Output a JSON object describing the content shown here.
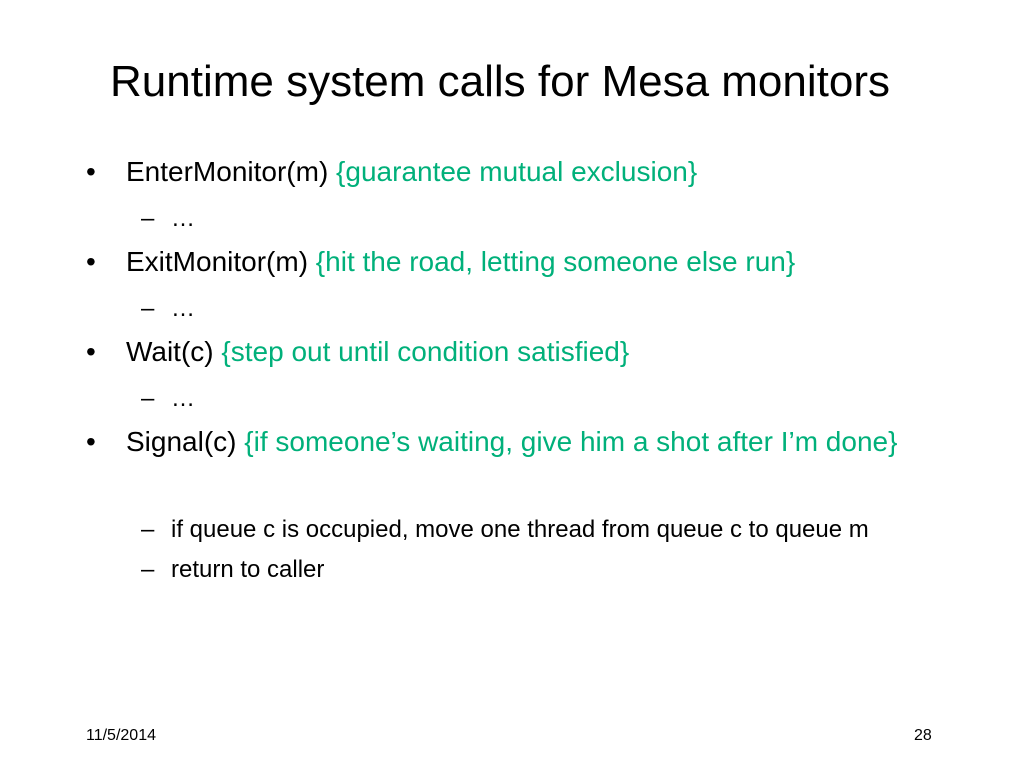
{
  "title": "Runtime system calls for Mesa monitors",
  "bullet_glyph": "•",
  "sub_glyph": "–",
  "items": [
    {
      "call": "EnterMonitor(m)",
      "note": "{guarantee mutual exclusion}",
      "subs": [
        "…"
      ]
    },
    {
      "call": "ExitMonitor(m)",
      "note": "{hit the road, letting someone else run}",
      "subs": [
        "…"
      ]
    },
    {
      "call": "Wait(c)",
      "note": "{step out until condition satisfied}",
      "subs": [
        "…"
      ]
    },
    {
      "call": "Signal(c)",
      "note": "{if someone’s waiting, give him a shot after I’m done}",
      "subs": [
        "if queue c is occupied, move one thread from queue c to queue m",
        "return to caller"
      ]
    }
  ],
  "footer": {
    "date": "11/5/2014",
    "page": "28"
  },
  "colors": {
    "note": "#00b07a",
    "text": "#000000",
    "background": "#ffffff"
  }
}
